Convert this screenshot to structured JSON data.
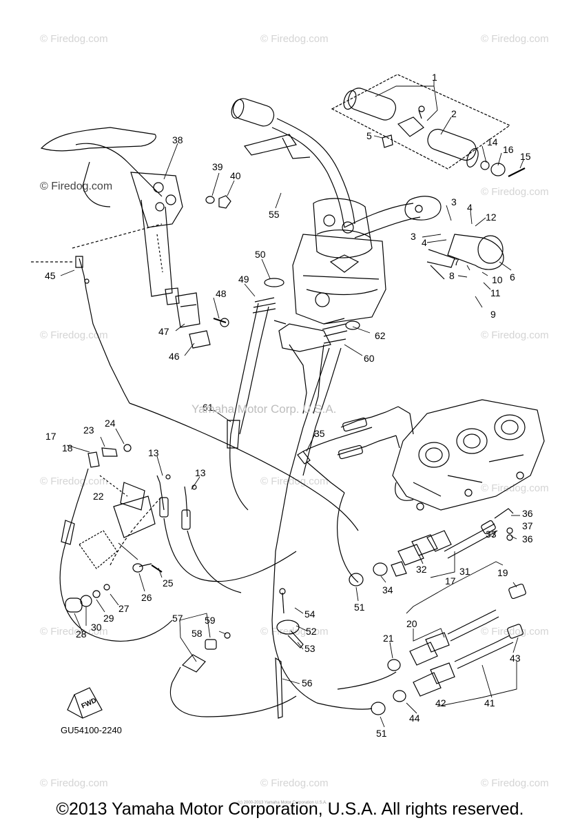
{
  "diagram": {
    "watermark": "© Firedog.com",
    "center_watermark": "Yamaha Motor Corp. U.S.A.",
    "drawing_code": "GU54100-2240",
    "fwd_label": "FWD",
    "copyright": "©2013 Yamaha Motor Corporation, U.S.A. All rights reserved.",
    "small_watermark": "(c) 2000-2013 Yamaha Motor Corporation U.S.A.",
    "part_numbers": [
      "1",
      "2",
      "3",
      "4",
      "5",
      "6",
      "7",
      "8",
      "9",
      "10",
      "11",
      "12",
      "13",
      "14",
      "15",
      "16",
      "17",
      "18",
      "19",
      "20",
      "21",
      "22",
      "23",
      "24",
      "25",
      "26",
      "27",
      "28",
      "29",
      "30",
      "31",
      "32",
      "33",
      "34",
      "35",
      "36",
      "37",
      "38",
      "39",
      "40",
      "41",
      "42",
      "43",
      "44",
      "45",
      "46",
      "47",
      "48",
      "49",
      "50",
      "51",
      "52",
      "53",
      "54",
      "55",
      "56",
      "57",
      "58",
      "59",
      "60",
      "61",
      "62"
    ],
    "callouts": [
      {
        "id": "c1",
        "text": "1"
      },
      {
        "id": "c2",
        "text": "2"
      },
      {
        "id": "c3a",
        "text": "3"
      },
      {
        "id": "c3b",
        "text": "3"
      },
      {
        "id": "c4a",
        "text": "4"
      },
      {
        "id": "c4b",
        "text": "4"
      },
      {
        "id": "c5",
        "text": "5"
      },
      {
        "id": "c6",
        "text": "6"
      },
      {
        "id": "c7",
        "text": "7"
      },
      {
        "id": "c8",
        "text": "8"
      },
      {
        "id": "c9",
        "text": "9"
      },
      {
        "id": "c10",
        "text": "10"
      },
      {
        "id": "c11",
        "text": "11"
      },
      {
        "id": "c12",
        "text": "12"
      },
      {
        "id": "c13a",
        "text": "13"
      },
      {
        "id": "c13b",
        "text": "13"
      },
      {
        "id": "c14",
        "text": "14"
      },
      {
        "id": "c15",
        "text": "15"
      },
      {
        "id": "c16",
        "text": "16"
      },
      {
        "id": "c17a",
        "text": "17"
      },
      {
        "id": "c17b",
        "text": "17"
      },
      {
        "id": "c18",
        "text": "18"
      },
      {
        "id": "c19",
        "text": "19"
      },
      {
        "id": "c20",
        "text": "20"
      },
      {
        "id": "c21",
        "text": "21"
      },
      {
        "id": "c22",
        "text": "22"
      },
      {
        "id": "c23",
        "text": "23"
      },
      {
        "id": "c24",
        "text": "24"
      },
      {
        "id": "c25",
        "text": "25"
      },
      {
        "id": "c26",
        "text": "26"
      },
      {
        "id": "c27",
        "text": "27"
      },
      {
        "id": "c28",
        "text": "28"
      },
      {
        "id": "c29",
        "text": "29"
      },
      {
        "id": "c30",
        "text": "30"
      },
      {
        "id": "c31",
        "text": "31"
      },
      {
        "id": "c32",
        "text": "32"
      },
      {
        "id": "c33",
        "text": "33"
      },
      {
        "id": "c34",
        "text": "34"
      },
      {
        "id": "c35",
        "text": "35"
      },
      {
        "id": "c36a",
        "text": "36"
      },
      {
        "id": "c36b",
        "text": "36"
      },
      {
        "id": "c37",
        "text": "37"
      },
      {
        "id": "c38",
        "text": "38"
      },
      {
        "id": "c39",
        "text": "39"
      },
      {
        "id": "c40",
        "text": "40"
      },
      {
        "id": "c41",
        "text": "41"
      },
      {
        "id": "c42",
        "text": "42"
      },
      {
        "id": "c43",
        "text": "43"
      },
      {
        "id": "c44",
        "text": "44"
      },
      {
        "id": "c45",
        "text": "45"
      },
      {
        "id": "c46",
        "text": "46"
      },
      {
        "id": "c47",
        "text": "47"
      },
      {
        "id": "c48",
        "text": "48"
      },
      {
        "id": "c49",
        "text": "49"
      },
      {
        "id": "c50",
        "text": "50"
      },
      {
        "id": "c51a",
        "text": "51"
      },
      {
        "id": "c51b",
        "text": "51"
      },
      {
        "id": "c52",
        "text": "52"
      },
      {
        "id": "c53",
        "text": "53"
      },
      {
        "id": "c54",
        "text": "54"
      },
      {
        "id": "c55",
        "text": "55"
      },
      {
        "id": "c56",
        "text": "56"
      },
      {
        "id": "c57",
        "text": "57"
      },
      {
        "id": "c58",
        "text": "58"
      },
      {
        "id": "c59",
        "text": "59"
      },
      {
        "id": "c60",
        "text": "60"
      },
      {
        "id": "c61",
        "text": "61"
      },
      {
        "id": "c62",
        "text": "62"
      }
    ]
  }
}
